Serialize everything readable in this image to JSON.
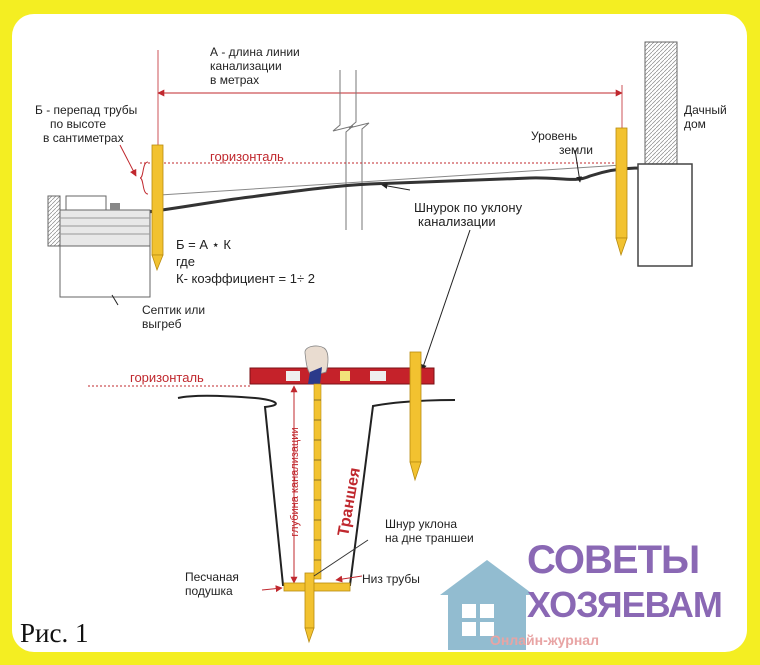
{
  "labels": {
    "length_a": [
      "А - длина линии",
      "канализации",
      "в метрах"
    ],
    "drop_b": [
      "Б - перепад трубы",
      "по   высоте",
      "в сантиметрах"
    ],
    "horizontal_top": "горизонталь",
    "ground_level": [
      "Уровень",
      "земли"
    ],
    "dacha_house": [
      "Дачный",
      "дом"
    ],
    "string_slope": [
      "Шнурок по уклону",
      "канализации"
    ],
    "formula": [
      "Б = А ⋆ К",
      "где",
      "К- коэффициент = 1÷ 2"
    ],
    "septic": [
      "Септик или",
      "выгреб"
    ],
    "horizontal_bottom": "горизонталь",
    "depth_label": "глубина канализации",
    "trench_label": "Траншея",
    "bottom_string": [
      "Шнур уклона",
      "на дне траншеи"
    ],
    "pipe_bottom": "Низ трубы",
    "sand_cushion": [
      "Песчаная",
      "подушка"
    ],
    "figure_caption": "Рис. 1"
  },
  "watermark": {
    "line1": "СОВЕТЫ",
    "line2": "ХОЗЯЕВАМ",
    "line3": "Онлайн-журнал"
  },
  "colors": {
    "background": "#f4ee22",
    "accent_red": "#c0282e",
    "stake": "#f2c230",
    "logo_purple": "#8a68b4"
  }
}
